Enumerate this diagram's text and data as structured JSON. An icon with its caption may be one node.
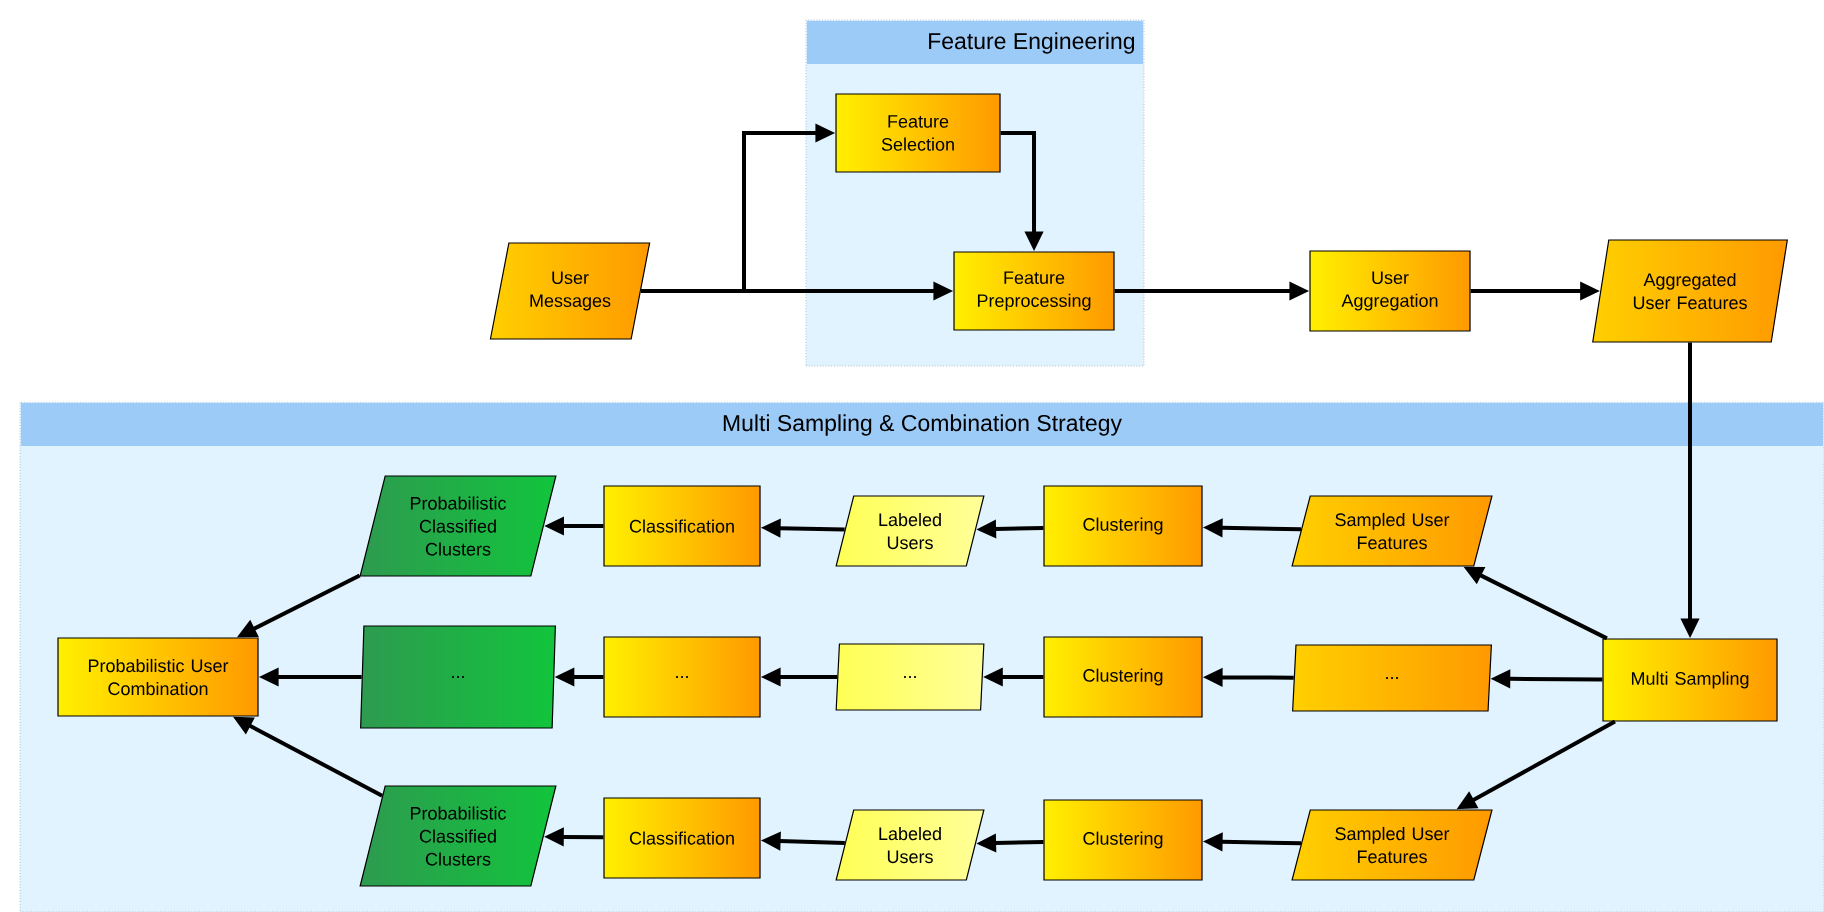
{
  "diagram": {
    "nodes": [
      {
        "text": [
          "Feature Engineering"
        ]
      },
      {
        "text": [
          "User Messages"
        ]
      },
      {
        "text": [
          "Feature Selection"
        ],
        "in": 0
      },
      {
        "text": [
          "Feature Preprocessing"
        ],
        "in": 0
      },
      {
        "text": [
          "User Aggregation"
        ]
      },
      {
        "text": [
          "Aggregated User Features"
        ]
      },
      {
        "text": [
          "Multi Sampling & Combination Strategy"
        ]
      },
      {
        "text": [
          "Probabilistic User Combination"
        ],
        "in": 6
      },
      {
        "text": [
          "Probabilistic Classified Clusters"
        ],
        "in": 6
      },
      {
        "text": [
          "..."
        ],
        "in": 6
      },
      {
        "text": [
          "Probabilistic Classified Clusters"
        ],
        "in": 6
      },
      {
        "text": [
          "Classification"
        ],
        "in": 6
      },
      {
        "text": [
          "..."
        ],
        "in": 6
      },
      {
        "text": [
          "Classification"
        ],
        "in": 6
      },
      {
        "text": [
          "Labeled Users"
        ],
        "in": 6
      },
      {
        "text": [
          "..."
        ],
        "in": 6
      },
      {
        "text": [
          "Labeled Users"
        ],
        "in": 6
      },
      {
        "text": [
          "Clustering"
        ],
        "in": 6
      },
      {
        "text": [
          "Clustering"
        ],
        "in": 6
      },
      {
        "text": [
          "Clustering"
        ],
        "in": 6
      },
      {
        "text": [
          "Sampled User Features"
        ],
        "in": 6
      },
      {
        "text": [
          "..."
        ],
        "in": 6
      },
      {
        "text": [
          "Sampled User Features"
        ],
        "in": 6
      },
      {
        "text": [
          "Multi Sampling"
        ],
        "in": 6
      }
    ],
    "edges": [
      {
        "from": 1,
        "to": 2,
        "arrow": "to"
      },
      {
        "from": 1,
        "to": 3,
        "arrow": "to"
      },
      {
        "from": 2,
        "to": 3,
        "arrow": "to"
      },
      {
        "from": 3,
        "to": 4,
        "arrow": "to"
      },
      {
        "from": 4,
        "to": 5,
        "arrow": "to"
      },
      {
        "from": 5,
        "to": 23,
        "arrow": "to"
      },
      {
        "from": 23,
        "to": 20,
        "arrow": "to"
      },
      {
        "from": 23,
        "to": 21,
        "arrow": "to"
      },
      {
        "from": 23,
        "to": 22,
        "arrow": "to"
      },
      {
        "from": 20,
        "to": 17,
        "arrow": "to"
      },
      {
        "from": 21,
        "to": 18,
        "arrow": "to"
      },
      {
        "from": 22,
        "to": 19,
        "arrow": "to"
      },
      {
        "from": 17,
        "to": 14,
        "arrow": "to"
      },
      {
        "from": 18,
        "to": 15,
        "arrow": "to"
      },
      {
        "from": 19,
        "to": 16,
        "arrow": "to"
      },
      {
        "from": 14,
        "to": 11,
        "arrow": "to"
      },
      {
        "from": 15,
        "to": 12,
        "arrow": "to"
      },
      {
        "from": 16,
        "to": 13,
        "arrow": "to"
      },
      {
        "from": 11,
        "to": 8,
        "arrow": "to"
      },
      {
        "from": 12,
        "to": 9,
        "arrow": "to"
      },
      {
        "from": 13,
        "to": 10,
        "arrow": "to"
      },
      {
        "from": 8,
        "to": 7,
        "arrow": "to"
      },
      {
        "from": 9,
        "to": 7,
        "arrow": "to"
      },
      {
        "from": 10,
        "to": 7,
        "arrow": "to"
      }
    ]
  }
}
